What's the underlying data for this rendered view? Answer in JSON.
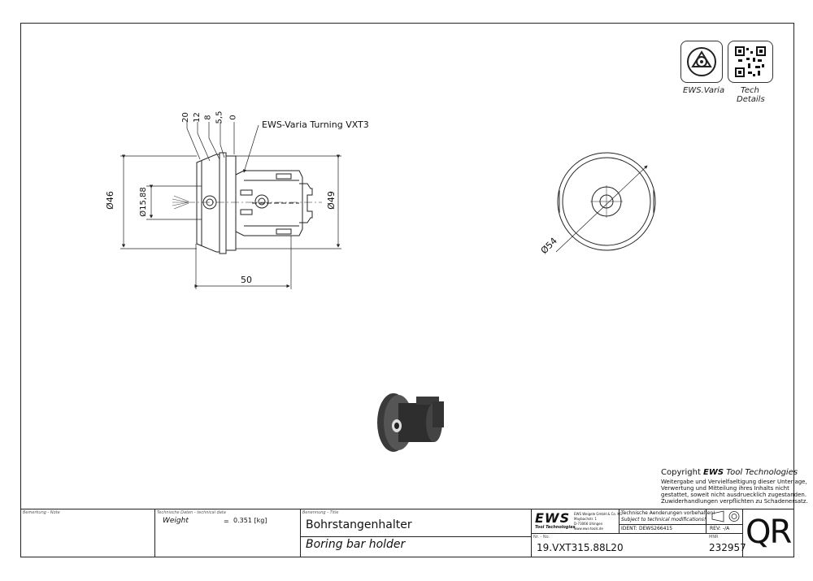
{
  "drawing": {
    "callout_label": "EWS-Varia Turning VXT3",
    "dims": {
      "d46": "Ø46",
      "d15_88": "Ø15,88",
      "d49": "Ø49",
      "d54": "Ø54",
      "len50": "50",
      "pos20": "20",
      "pos12": "12",
      "pos8": "8",
      "pos5_5": "5,5",
      "pos0": "0"
    }
  },
  "icons": {
    "ews_varia_label": "EWS.Varia",
    "tech_label_1": "Tech",
    "tech_label_2": "Details"
  },
  "copyright": {
    "title_prefix": "Copyright ",
    "title_brand": "EWS",
    "title_suffix": " Tool Technologies",
    "lines": [
      "Weitergabe und Vervielfaeltigung dieser Unterlage,",
      "Verwertung und Mitteilung ihres Inhalts nicht",
      "gestattet, soweit nicht ausdruecklich zugestanden.",
      "Zuwiderhandlungen verpflichten zu Schadenersatz."
    ]
  },
  "title_block": {
    "bemerkung_header": "Bemerkung - Note",
    "techdata_header": "Technische Daten - technical data",
    "weight_label": "Weight",
    "weight_eq": "=",
    "weight_value": "0.351 [kg]",
    "benennung_header": "Benennung - Title",
    "title_de": "Bohrstangenhalter",
    "title_en": "Boring bar holder",
    "logo_text": "EWS",
    "logo_sub": "Tool Technologies",
    "company_lines": [
      "EWS Weigele GmbH & Co. KG",
      "Maybachstr. 1",
      "D-73066 Uhingen",
      "www.ews-tools.de"
    ],
    "changes_de": "Technische Aenderungen vorbehalten!",
    "changes_en": "Subject to technical modifications!",
    "ident_label": "IDENT:",
    "ident_value": "DEWS266415",
    "rev_label": "REV:",
    "rev_value": "-/A",
    "nr_header": "Nr. - No.",
    "part_no": "19.VXT315.88L20",
    "mnr_header": "MNR",
    "mnr_value": "232957",
    "qr_label": "QR"
  }
}
